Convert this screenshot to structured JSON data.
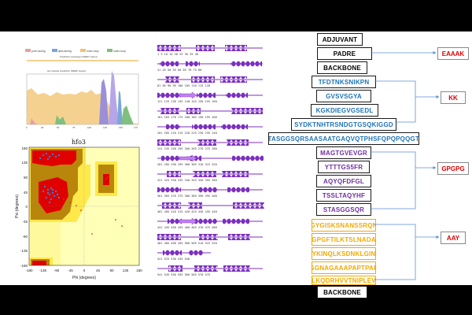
{
  "topology": {
    "legend": [
      "pore-facing",
      "lipid-facing",
      "inner-loop",
      "outer-loop"
    ],
    "legend_colors": [
      "#e8a0a0",
      "#7aa6d8",
      "#f2c26b",
      "#7fbf7f"
    ],
    "label_a": "Prediction (topology) (DEEP output)",
    "label_b": "per-residue prediction (DEEP output)",
    "x_ticks": [
      "0",
      "25",
      "50",
      "75",
      "100",
      "125",
      "150",
      "175"
    ]
  },
  "ramachandran": {
    "title": "hfo3",
    "xlabel": "Phi (degrees)",
    "ylabel": "Psi (degrees)",
    "x_ticks": [
      "-180",
      "-135",
      "-90",
      "-45",
      "0",
      "45",
      "90",
      "135",
      "180"
    ],
    "y_ticks": [
      "180",
      "135",
      "90",
      "45",
      "0",
      "-45",
      "-90",
      "-135",
      "-180"
    ]
  },
  "secondary_structure": {
    "rows": [
      {
        "nums": "1    5    10   15   20   25   30   35   40"
      },
      {
        "nums": "41   45   50   55   60   65   70   75   80"
      },
      {
        "nums": "81   85   90   95   100  105  110  115  120"
      },
      {
        "nums": "121  125  130  135  140  145  150  155  160"
      },
      {
        "nums": "161  165  170  175  180  185  190  195  200"
      },
      {
        "nums": "201  205  210  215  220  225  230  235  240"
      },
      {
        "nums": "241  245  250  255  260  265  270  275  280"
      },
      {
        "nums": "281  285  290  295  300  305  310  315  320"
      },
      {
        "nums": "321  325  330  335  340  345  350  355  360"
      },
      {
        "nums": "361  365  370  375  380  385  390  395  400"
      },
      {
        "nums": "401  405  410  415  420  425  430  435  440"
      },
      {
        "nums": "441  445  450  455  460  465  470  475  480"
      },
      {
        "nums": "481  485  490  495  500  505  510  515  520"
      },
      {
        "nums": "521  525  530  535  540"
      },
      {
        "nums": "541  545  550  555  560  565  570  575"
      }
    ]
  },
  "construct": {
    "adjuvant": "ADJUVANT",
    "padre": "PADRE",
    "backbone_top": "BACKBONE",
    "blue_epitopes": [
      "TFDTNKSNIKPN",
      "GVSVSGYA",
      "KGKDIEGVGSEDL",
      "SYDKTNHTRSNDGTGSQKIGGD",
      "STASGGSQRSAASAATGAQVQTPHSFQPQPQQGTR"
    ],
    "purple_epitopes": [
      "MAGTGVEVGR",
      "YTTTGS5FR",
      "AQYQFDFGL",
      "TSSLTAQYHF",
      "STASGGSQR"
    ],
    "yellow_epitopes": [
      "GYGISKSNANSSRQN",
      "GPGFTILKTSLNADA",
      "YKINQLKSDNKLGIN",
      "GGNAGAAAPAPTPAP",
      "LKQDRHVVTNIPLEV"
    ],
    "backbone_bottom": "BACKBONE"
  },
  "linkers": {
    "eaaak": "EAAAK",
    "kk": "KK",
    "gpgpg": "GPGPG",
    "aay": "AAY"
  }
}
